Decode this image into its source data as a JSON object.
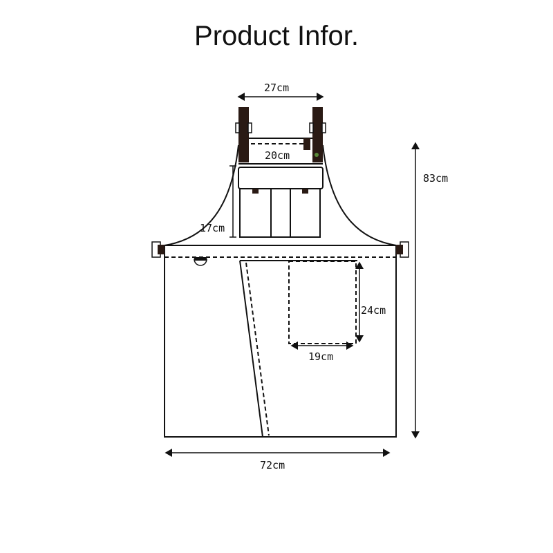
{
  "title": "Product Infor.",
  "dimensions": {
    "strap_spacing": "27cm",
    "bib_width": "20cm",
    "bib_pocket_height": "17cm",
    "total_length": "83cm",
    "pocket_height": "24cm",
    "pocket_width": "19cm",
    "total_width": "72cm"
  },
  "colors": {
    "line": "#111111",
    "strap": "#2a1a14"
  }
}
